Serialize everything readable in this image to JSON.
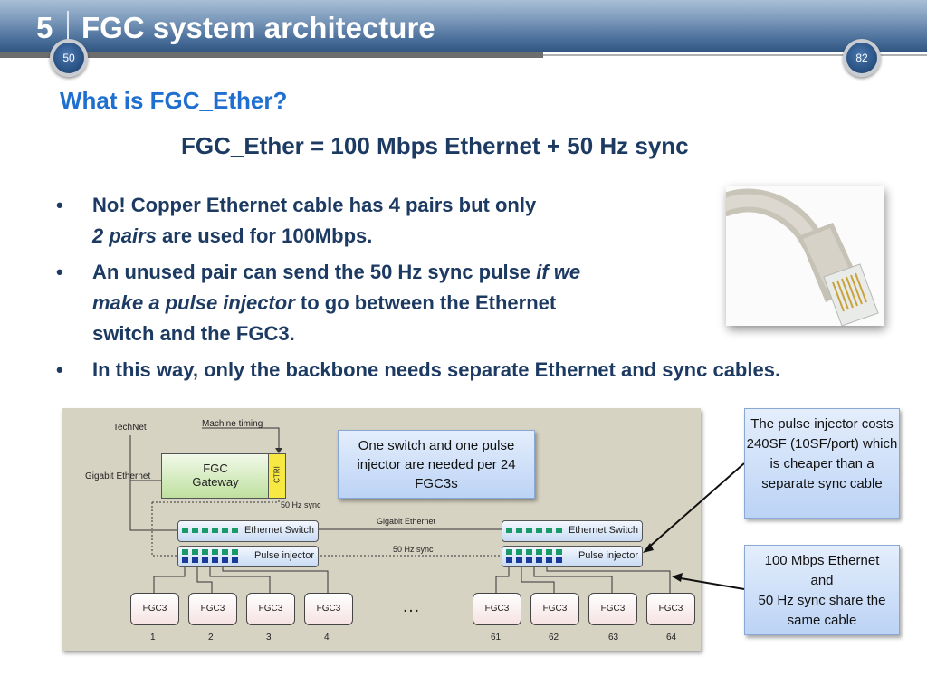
{
  "header": {
    "section_number": "5",
    "section_title": "FGC system architecture"
  },
  "slide_badge_left": "50",
  "slide_badge_right": "82",
  "subtitle": "What is FGC_Ether?",
  "formula": "FGC_Ether = 100 Mbps Ethernet + 50 Hz sync",
  "bullets": [
    {
      "text_1": "No!  Copper Ethernet cable has 4 pairs but only",
      "italic": "2 pairs",
      "text_2": " are used for 100Mbps."
    },
    {
      "text_1": "An unused pair can send the 50 Hz sync pulse ",
      "italic_1": "if we",
      "italic_2": "make a pulse injector",
      "text_2": " to go between the Ethernet",
      "text_3": "switch and the FGC3."
    },
    {
      "text_1": "In this way, only the backbone needs separate Ethernet and sync cables."
    }
  ],
  "diagram": {
    "technet": "TechNet",
    "machine_timing": "Machine timing",
    "gigabit_ethernet_left": "Gigabit Ethernet",
    "gateway_line1": "FGC",
    "gateway_line2": "Gateway",
    "ctrl": "CTRI",
    "sync_50hz_top": "50 Hz sync",
    "gigabit_ethernet_mid": "Gigabit Ethernet",
    "sync_50hz_mid": "50 Hz sync",
    "ethernet_switch": "Ethernet Switch",
    "pulse_injector": "Pulse injector",
    "fgc3": "FGC3",
    "ellipsis": "…",
    "left_numbers": [
      "1",
      "2",
      "3",
      "4"
    ],
    "right_numbers": [
      "61",
      "62",
      "63",
      "64"
    ],
    "mid_note": "One switch and one pulse injector are needed per 24 FGC3s"
  },
  "callout_top": "The pulse injector costs 240SF (10SF/port) which is cheaper than a separate sync cable",
  "callout_bottom_1": "100 Mbps Ethernet",
  "callout_bottom_2": "and",
  "callout_bottom_3": "50 Hz sync share the same cable",
  "colors": {
    "title_blue": "#1f6fd0",
    "body_navy": "#1c3a62",
    "port_green": "#1a9a6a",
    "port_blue": "#1a3a9a"
  }
}
